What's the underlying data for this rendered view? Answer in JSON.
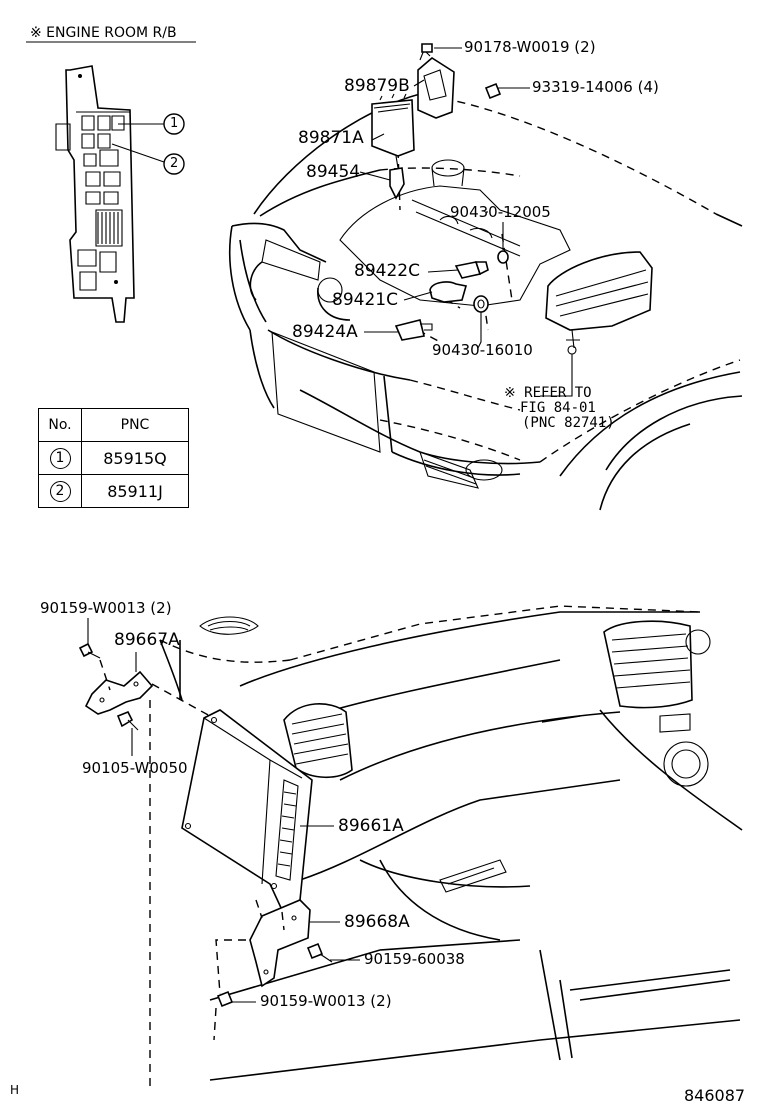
{
  "header_note": "※ ENGINE ROOM R/B",
  "callouts": {
    "c1": "1",
    "c2": "2"
  },
  "pnc_table": {
    "headers": [
      "No.",
      "PNC"
    ],
    "rows": [
      {
        "no": "1",
        "pnc": "85915Q"
      },
      {
        "no": "2",
        "pnc": "85911J"
      }
    ]
  },
  "engine_parts": {
    "p_90178": "90178-W0019 (2)",
    "p_93319": "93319-14006 (4)",
    "p_89879B": "89879B",
    "p_89871A": "89871A",
    "p_89454": "89454",
    "p_90430_12005": "90430-12005",
    "p_89422C": "89422C",
    "p_89421C": "89421C",
    "p_89424A": "89424A",
    "p_90430_16010": "90430-16010"
  },
  "refer_note": {
    "line1": "※ REFER TO",
    "line2": "FIG 84-01",
    "line3": "(PNC 82741)"
  },
  "dash_parts": {
    "p_90159_W0013_top": "90159-W0013 (2)",
    "p_89667A": "89667A",
    "p_90105": "90105-W0050",
    "p_89661A": "89661A",
    "p_89668A": "89668A",
    "p_90159_60038": "90159-60038",
    "p_90159_W0013_bot": "90159-W0013 (2)"
  },
  "corner_mark": "H",
  "figure_code": "846087"
}
